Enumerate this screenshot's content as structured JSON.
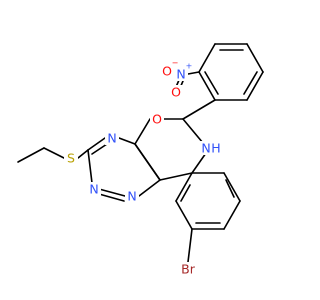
{
  "colors": {
    "background": "#ffffff",
    "bond": "#000000",
    "N": "#3050f8",
    "O": "#ff0d0d",
    "S": "#b8a000",
    "Br": "#a62929",
    "C": "#000000"
  },
  "atoms": [
    {
      "id": "O_nitro_minus",
      "label": "O",
      "charge": "−",
      "element": "O"
    },
    {
      "id": "N_nitro",
      "label": "N",
      "charge": "+",
      "element": "N"
    },
    {
      "id": "O_nitro_double",
      "label": "O",
      "charge": "",
      "element": "O"
    },
    {
      "id": "O_ring",
      "label": "O",
      "charge": "",
      "element": "O"
    },
    {
      "id": "N_triazine_top",
      "label": "N",
      "charge": "",
      "element": "N"
    },
    {
      "id": "S_thioether",
      "label": "S",
      "charge": "",
      "element": "S"
    },
    {
      "id": "N_triazine_left",
      "label": "N",
      "charge": "",
      "element": "N"
    },
    {
      "id": "N_triazine_bottom",
      "label": "N",
      "charge": "",
      "element": "N"
    },
    {
      "id": "NH_ring",
      "label": "N",
      "charge": "",
      "element": "N"
    },
    {
      "id": "H_on_N",
      "label": "H",
      "charge": "",
      "element": "N"
    },
    {
      "id": "Br_sub",
      "label": "Br",
      "charge": "",
      "element": "Br"
    }
  ]
}
